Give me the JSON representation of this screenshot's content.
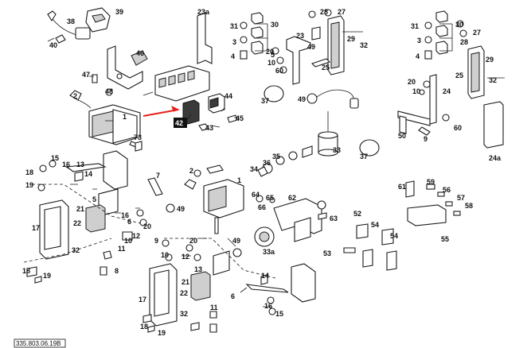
{
  "diagram_ref": "335.803.06.19B",
  "highlight": {
    "label": "42",
    "arrow_color": "#e8201c"
  },
  "callouts": [
    {
      "id": "c38",
      "label": "38"
    },
    {
      "id": "c39",
      "label": "39"
    },
    {
      "id": "c40",
      "label": "40"
    },
    {
      "id": "c46",
      "label": "46"
    },
    {
      "id": "c47",
      "label": "47"
    },
    {
      "id": "c48",
      "label": "48"
    },
    {
      "id": "c2a",
      "label": "2"
    },
    {
      "id": "c1a",
      "label": "1"
    },
    {
      "id": "c23a",
      "label": "23a"
    },
    {
      "id": "c31a",
      "label": "31"
    },
    {
      "id": "c30a",
      "label": "30"
    },
    {
      "id": "c3a",
      "label": "3"
    },
    {
      "id": "c4a",
      "label": "4"
    },
    {
      "id": "c5a",
      "label": "5"
    },
    {
      "id": "c28a",
      "label": "28"
    },
    {
      "id": "c27a",
      "label": "27"
    },
    {
      "id": "c23b",
      "label": "23"
    },
    {
      "id": "c20a",
      "label": "20"
    },
    {
      "id": "c10a",
      "label": "10"
    },
    {
      "id": "c60a",
      "label": "60"
    },
    {
      "id": "c49a",
      "label": "49"
    },
    {
      "id": "c29a",
      "label": "29"
    },
    {
      "id": "c32a",
      "label": "32"
    },
    {
      "id": "c25a",
      "label": "25"
    },
    {
      "id": "c44",
      "label": "44"
    },
    {
      "id": "c43",
      "label": "43"
    },
    {
      "id": "c45",
      "label": "45"
    },
    {
      "id": "c37a",
      "label": "37"
    },
    {
      "id": "c49b",
      "label": "49"
    },
    {
      "id": "c33",
      "label": "33"
    },
    {
      "id": "c35",
      "label": "35"
    },
    {
      "id": "c36",
      "label": "36"
    },
    {
      "id": "c34",
      "label": "34"
    },
    {
      "id": "c37b",
      "label": "37"
    },
    {
      "id": "c31b",
      "label": "31"
    },
    {
      "id": "c30b",
      "label": "30"
    },
    {
      "id": "c3b",
      "label": "3"
    },
    {
      "id": "c4b",
      "label": "4"
    },
    {
      "id": "c28b",
      "label": "28"
    },
    {
      "id": "c27b",
      "label": "27"
    },
    {
      "id": "c29b",
      "label": "29"
    },
    {
      "id": "c25b",
      "label": "25"
    },
    {
      "id": "c32b",
      "label": "32"
    },
    {
      "id": "c20b",
      "label": "20"
    },
    {
      "id": "c10b",
      "label": "10"
    },
    {
      "id": "c24",
      "label": "24"
    },
    {
      "id": "c50",
      "label": "50"
    },
    {
      "id": "c9a",
      "label": "9"
    },
    {
      "id": "c60b",
      "label": "60"
    },
    {
      "id": "c24a",
      "label": "24a"
    },
    {
      "id": "c73",
      "label": "73"
    },
    {
      "id": "c15a",
      "label": "15"
    },
    {
      "id": "c16a",
      "label": "16"
    },
    {
      "id": "c13a",
      "label": "13"
    },
    {
      "id": "c14a",
      "label": "14"
    },
    {
      "id": "c18a",
      "label": "18"
    },
    {
      "id": "c19a",
      "label": "19"
    },
    {
      "id": "c7",
      "label": "7"
    },
    {
      "id": "c5b",
      "label": "5"
    },
    {
      "id": "c21a",
      "label": "21"
    },
    {
      "id": "c22a",
      "label": "22"
    },
    {
      "id": "c16b",
      "label": "16"
    },
    {
      "id": "c6a",
      "label": "6"
    },
    {
      "id": "c20c",
      "label": "20"
    },
    {
      "id": "c17a",
      "label": "17"
    },
    {
      "id": "c12a",
      "label": "12"
    },
    {
      "id": "c32c",
      "label": "32"
    },
    {
      "id": "c11a",
      "label": "11"
    },
    {
      "id": "c10c",
      "label": "10"
    },
    {
      "id": "c49c",
      "label": "49"
    },
    {
      "id": "c8",
      "label": "8"
    },
    {
      "id": "c18b",
      "label": "18"
    },
    {
      "id": "c19b",
      "label": "19"
    },
    {
      "id": "c2b",
      "label": "2"
    },
    {
      "id": "c1b",
      "label": "1"
    },
    {
      "id": "c9b",
      "label": "9"
    },
    {
      "id": "c20d",
      "label": "20"
    },
    {
      "id": "c10d",
      "label": "10"
    },
    {
      "id": "c12b",
      "label": "12"
    },
    {
      "id": "c49d",
      "label": "49"
    },
    {
      "id": "c13b",
      "label": "13"
    },
    {
      "id": "c21b",
      "label": "21"
    },
    {
      "id": "c22b",
      "label": "22"
    },
    {
      "id": "c6b",
      "label": "6"
    },
    {
      "id": "c17b",
      "label": "17"
    },
    {
      "id": "c32d",
      "label": "32"
    },
    {
      "id": "c11b",
      "label": "11"
    },
    {
      "id": "c14b",
      "label": "14"
    },
    {
      "id": "c16c",
      "label": "16"
    },
    {
      "id": "c15b",
      "label": "15"
    },
    {
      "id": "c18c",
      "label": "18"
    },
    {
      "id": "c19c",
      "label": "19"
    },
    {
      "id": "c64",
      "label": "64"
    },
    {
      "id": "c65",
      "label": "65"
    },
    {
      "id": "c62",
      "label": "62"
    },
    {
      "id": "c66",
      "label": "66"
    },
    {
      "id": "c63",
      "label": "63"
    },
    {
      "id": "c33a",
      "label": "33a"
    },
    {
      "id": "c61",
      "label": "61"
    },
    {
      "id": "c59",
      "label": "59"
    },
    {
      "id": "c56",
      "label": "56"
    },
    {
      "id": "c57",
      "label": "57"
    },
    {
      "id": "c58",
      "label": "58"
    },
    {
      "id": "c55",
      "label": "55"
    },
    {
      "id": "c52",
      "label": "52"
    },
    {
      "id": "c54a",
      "label": "54"
    },
    {
      "id": "c54b",
      "label": "54"
    },
    {
      "id": "c53",
      "label": "53"
    }
  ]
}
